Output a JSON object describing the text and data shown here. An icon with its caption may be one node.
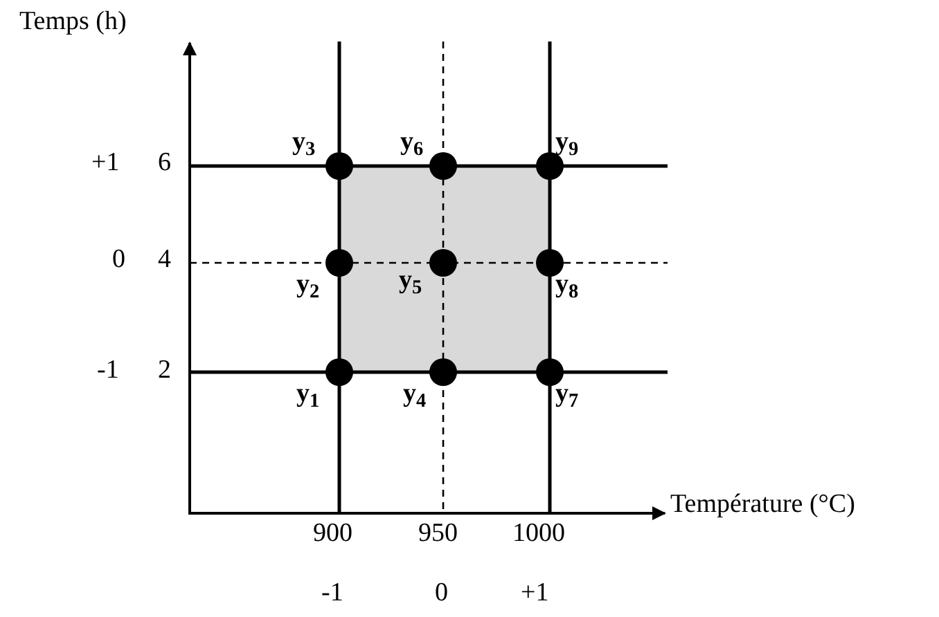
{
  "diagram": {
    "labels": [
      "Temps (h)",
      "y$_{3}$",
      "y$_{6}$",
      "y$_{9}$",
      "+1",
      "6",
      "0",
      "4",
      "y$_{2}$",
      "y$_{5}$",
      "y$_{8}$",
      "-1",
      "2",
      "y$_{1}$",
      "y$_{4}$",
      "y$_{7}$",
      "Température (°C)",
      "900",
      "950",
      "1000",
      "-1",
      "0",
      "+1"
    ]
  }
}
